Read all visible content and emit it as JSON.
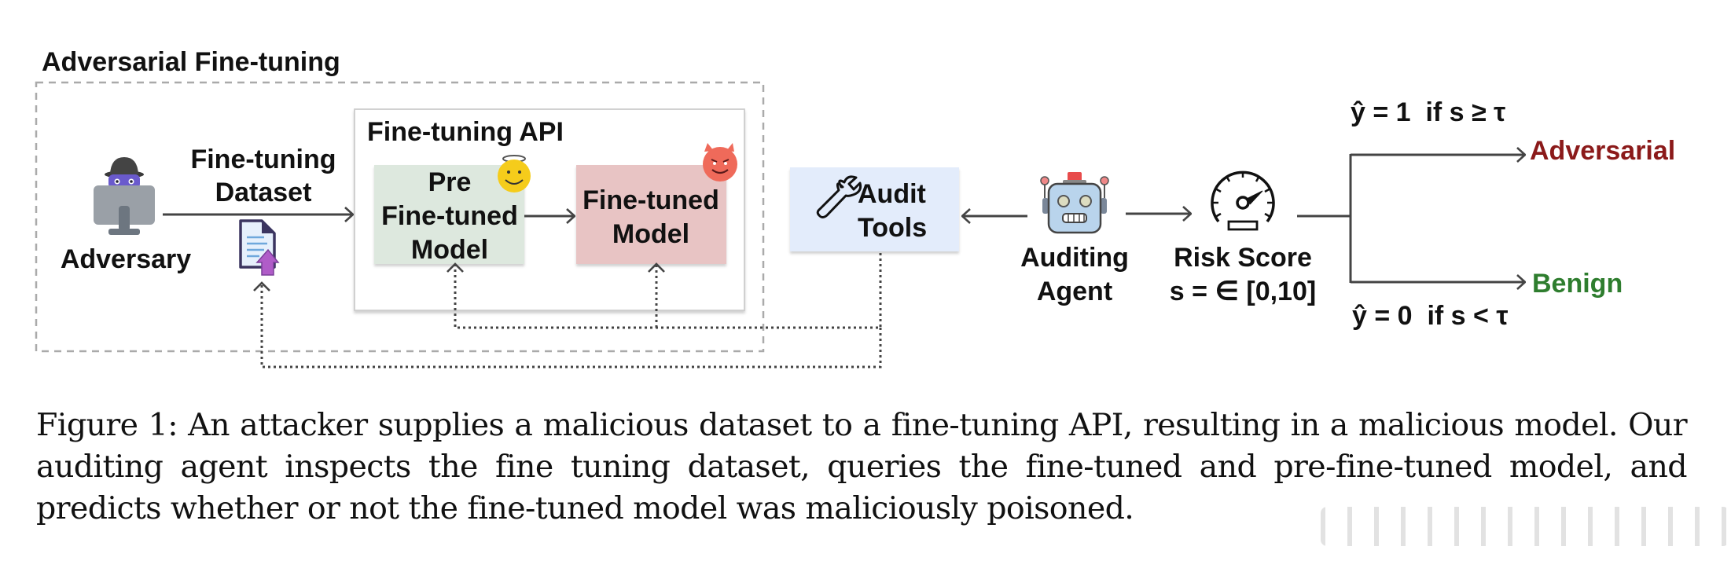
{
  "diagram": {
    "outer_group_title": "Adversarial Fine-tuning",
    "adversary": {
      "label": "Adversary",
      "icon": "hacker-at-computer-icon"
    },
    "dataset": {
      "label_line1": "Fine-tuning",
      "label_line2": "Dataset",
      "icon": "document-upload-icon"
    },
    "api_box": {
      "title": "Fine-tuning API",
      "pre_model": {
        "line1": "Pre",
        "line2": "Fine-tuned",
        "line3": "Model",
        "icon": "angel-smiley-icon",
        "fill": "#dde8de"
      },
      "tuned_model": {
        "line1": "Fine-tuned",
        "line2": "Model",
        "icon": "devil-face-icon",
        "fill": "#e8c4c4"
      }
    },
    "audit_tools": {
      "line1": "Audit",
      "line2": "Tools",
      "icon": "wrench-icon",
      "fill": "#e3ecfb"
    },
    "auditing_agent": {
      "line1": "Auditing",
      "line2": "Agent",
      "icon": "robot-icon"
    },
    "risk_score": {
      "line1": "Risk Score",
      "line2": "s = ∈ [0,10]",
      "icon": "speedometer-icon"
    },
    "decision": {
      "top_rule": "ŷ = 1  if s ≥ τ",
      "bottom_rule": "ŷ = 0  if s < τ",
      "positive_label": "Adversarial",
      "negative_label": "Benign",
      "positive_color": "#8b1a1a",
      "negative_color": "#2e7d2e"
    }
  },
  "caption": {
    "text": "Figure 1: An attacker supplies a malicious dataset to a fine-tuning API, resulting in a malicious model. Our auditing agent inspects the fine tuning dataset, queries the fine-tuned and pre-fine-tuned model, and predicts whether or not the fine-tuned model was maliciously poisoned."
  }
}
